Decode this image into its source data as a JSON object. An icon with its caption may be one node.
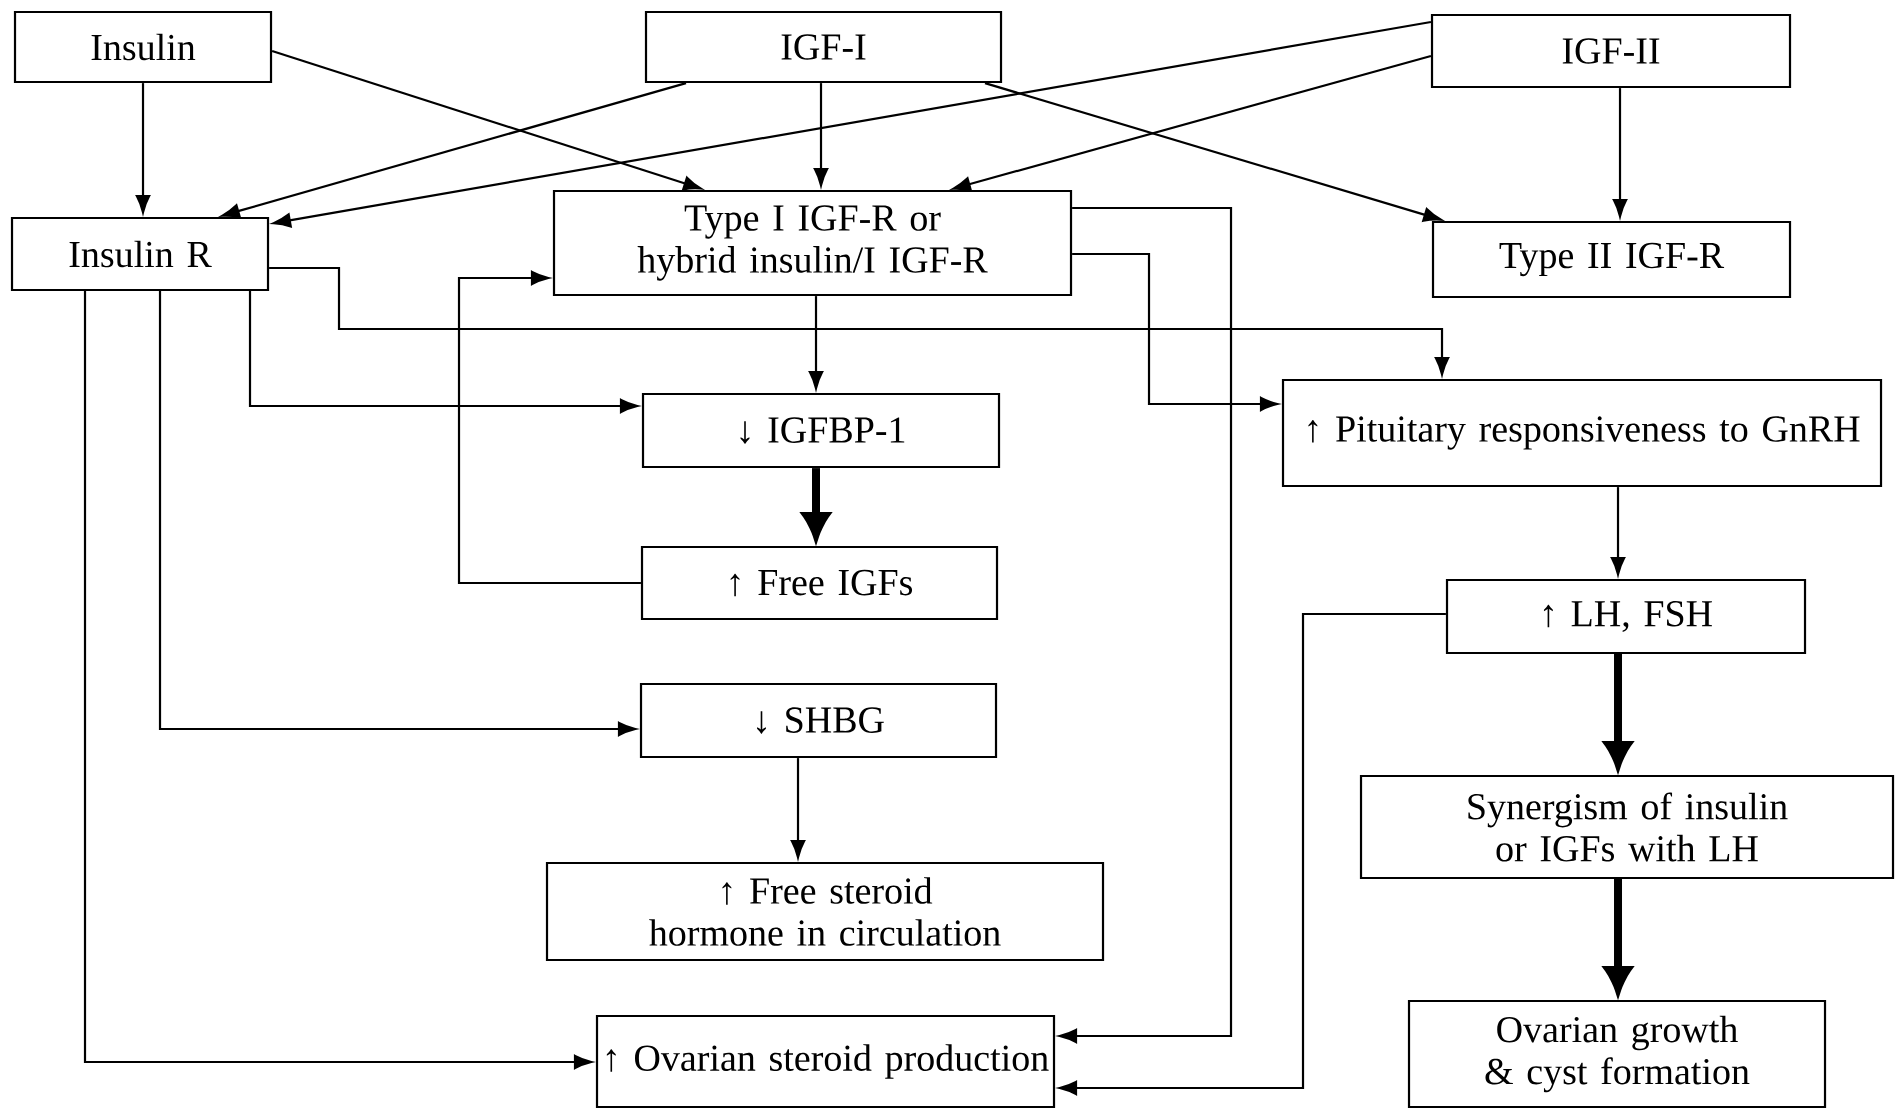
{
  "diagram": {
    "nodes": [
      {
        "text": [
          "Insulin"
        ]
      },
      {
        "text": [
          "IGF-I"
        ]
      },
      {
        "text": [
          "IGF-II"
        ]
      },
      {
        "text": [
          "Insulin R"
        ]
      },
      {
        "text": [
          "Type I IGF-R or hybrid insulin/I IGF-R"
        ]
      },
      {
        "text": [
          "Type II IGF-R"
        ]
      },
      {
        "text": [
          "↓ IGFBP-1"
        ]
      },
      {
        "text": [
          "↑ Pituitary responsiveness to GnRH"
        ]
      },
      {
        "text": [
          "↑ Free IGFs"
        ]
      },
      {
        "text": [
          "↑ LH, FSH"
        ]
      },
      {
        "text": [
          "↓ SHBG"
        ]
      },
      {
        "text": [
          "Synergism of insulin or IGFs with LH"
        ]
      },
      {
        "text": [
          "↑ Free steroid hormone in circulation"
        ]
      },
      {
        "text": [
          "↑ Ovarian steroid production"
        ]
      },
      {
        "text": [
          "Ovarian growth & cyst formation"
        ]
      }
    ],
    "edges": [
      {
        "from": 0,
        "to": 3,
        "arrow": "to"
      },
      {
        "from": 0,
        "to": 4,
        "arrow": "to"
      },
      {
        "from": 1,
        "to": 3,
        "arrow": "to"
      },
      {
        "from": 1,
        "to": 4,
        "arrow": "to"
      },
      {
        "from": 1,
        "to": 5,
        "arrow": "to"
      },
      {
        "from": 2,
        "to": 3,
        "arrow": "to"
      },
      {
        "from": 2,
        "to": 4,
        "arrow": "to"
      },
      {
        "from": 2,
        "to": 5,
        "arrow": "to"
      },
      {
        "from": 3,
        "to": 7,
        "arrow": "to"
      },
      {
        "from": 3,
        "to": 6,
        "arrow": "to"
      },
      {
        "from": 3,
        "to": 10,
        "arrow": "to"
      },
      {
        "from": 3,
        "to": 13,
        "arrow": "to"
      },
      {
        "from": 4,
        "to": 6,
        "arrow": "to"
      },
      {
        "from": 4,
        "to": 7,
        "arrow": "to"
      },
      {
        "from": 4,
        "to": 13,
        "arrow": "to"
      },
      {
        "from": 6,
        "to": 8,
        "arrow": "to",
        "style": "thick"
      },
      {
        "from": 8,
        "to": 4,
        "arrow": "to"
      },
      {
        "from": 10,
        "to": 12,
        "arrow": "to"
      },
      {
        "from": 7,
        "to": 9,
        "arrow": "to"
      },
      {
        "from": 9,
        "to": 11,
        "arrow": "to",
        "style": "thick"
      },
      {
        "from": 9,
        "to": 13,
        "arrow": "to"
      },
      {
        "from": 11,
        "to": 14,
        "arrow": "to",
        "style": "thick"
      }
    ]
  }
}
